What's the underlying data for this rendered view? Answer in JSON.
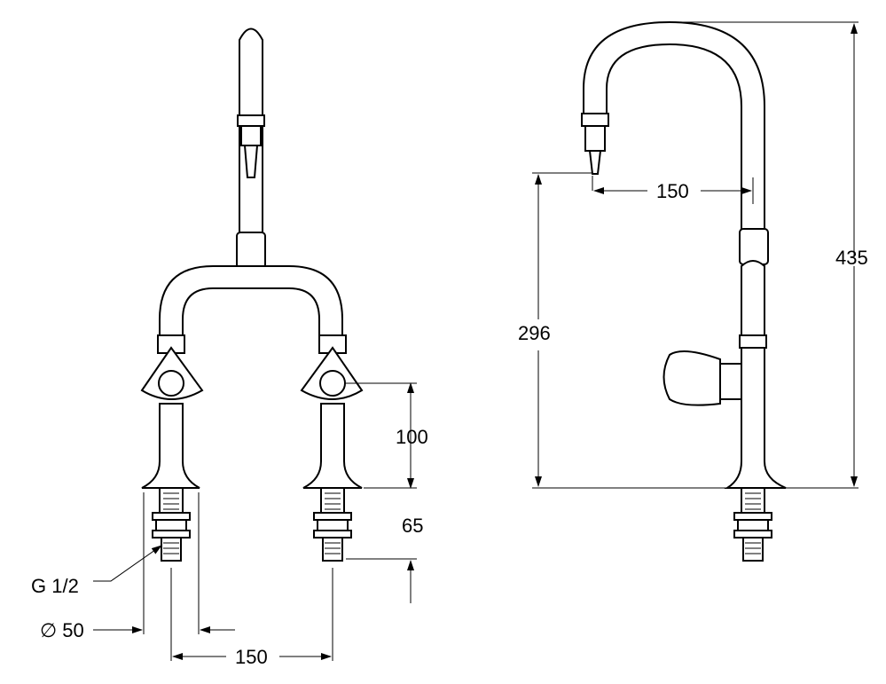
{
  "drawing": {
    "dimensions": {
      "overall_height": "435",
      "spout_height": "296",
      "spout_reach": "150",
      "handle_to_base": "100",
      "thread_length": "65",
      "thread_size": "G 1/2",
      "base_diameter": "∅ 50",
      "center_distance": "150"
    }
  }
}
